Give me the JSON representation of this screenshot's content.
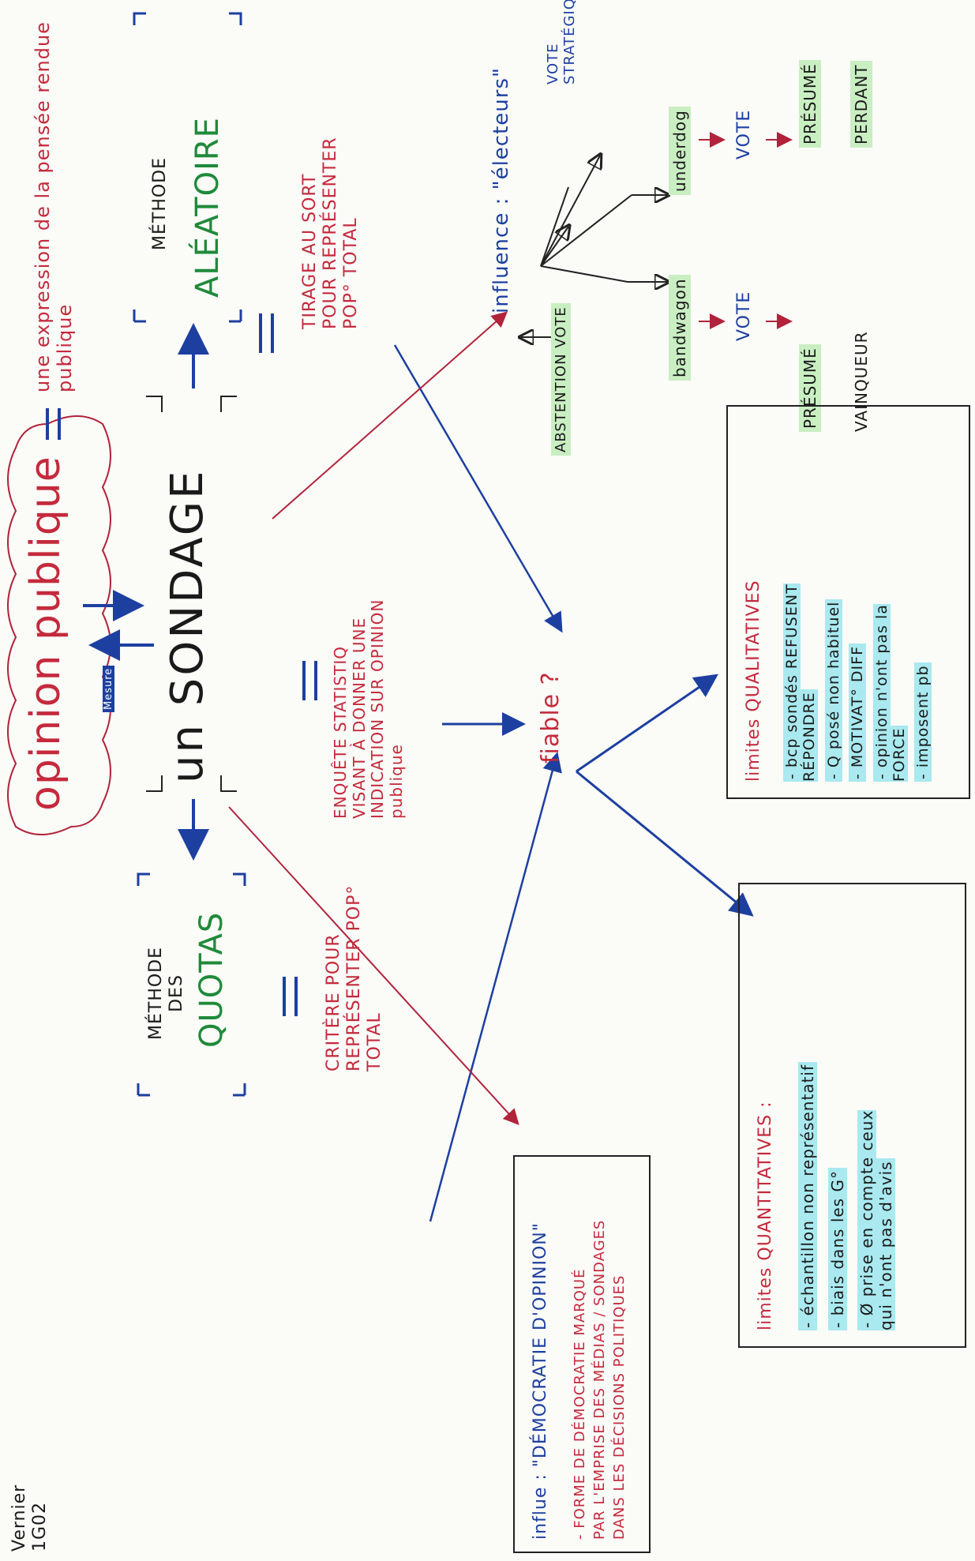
{
  "author": "Vernier\n1G02",
  "center": {
    "opinion": "opinion publique",
    "sondage": "un SONDAGE",
    "mesure_label": "Mesure",
    "equals_expression": "=",
    "expression": "une expression de la pensée rendue\npublique",
    "sondage_definition": "ENQUÊTE STATISTIQ\nVISANT À DONNER UNE\nINDICATION SUR OPINION\npublique",
    "fiable": "fiable ?"
  },
  "methode_quotas": {
    "title": "MÉTHODE\nDES",
    "name": "QUOTAS",
    "equals": "=",
    "definition": "CRITÈRE POUR\nREPRÉSENTER POP°\nTOTAL"
  },
  "methode_aleatoire": {
    "title": "MÉTHODE",
    "name": "ALÉATOIRE",
    "equals": "=",
    "definition": "TIRAGE AU SORT\nPOUR REPRÉSENTER\nPOP° TOTAL"
  },
  "influence_electeurs": {
    "title": "influence : \"électeurs\"",
    "abstention": "ABSTENTION VOTE",
    "vote_strategiq": "VOTE\nSTRATÉGIQ",
    "bandwagon": "bandwagon",
    "underdog": "underdog",
    "vote_left": "VOTE",
    "vote_right": "VOTE",
    "presume_left": "PRÉSUMÉ",
    "vainqueur": "VAINQUEUR",
    "presume_right": "PRÉSUMÉ",
    "perdant": "PERDANT"
  },
  "influe_democratie": {
    "title": "influe : \"DÉMOCRATIE D'OPINION\"",
    "text": "- FORME DE DÉMOCRATIE MARQUÉ\nPAR L'EMPRISE DES MÉDIAS / SONDAGES\nDANS LES DÉCISIONS POLITIQUES"
  },
  "limites_qualitatives": {
    "title": "limites QUALITATIVES",
    "items": [
      "- bcp sondés REFUSENT\n   RÉPONDRE",
      "- Q posé non habituel",
      "- MOTIVAT° DIFF",
      "- opinion n'ont pas la\n   FORCE",
      "- imposent pb"
    ]
  },
  "limites_quantitatives": {
    "title": "limites QUANTITATIVES :",
    "items": [
      "- échantillon non représentatif",
      "- biais dans les G°",
      "- Ø prise en compte ceux\n   qui n'ont pas d'avis"
    ]
  }
}
